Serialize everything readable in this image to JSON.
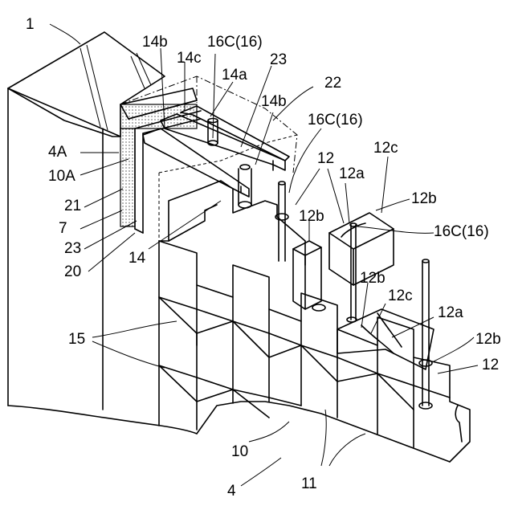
{
  "labels": {
    "l1": "1",
    "l14b_top": "14b",
    "l16c_top": "16C(16)",
    "l14c": "14c",
    "l23_top": "23",
    "l14a": "14a",
    "l22": "22",
    "l14b_mid": "14b",
    "l16c_mid": "16C(16)",
    "l12_top": "12",
    "l12c_top": "12c",
    "l4a": "4A",
    "l10a": "10A",
    "l12a_top": "12a",
    "l12b_top": "12b",
    "l21": "21",
    "l12b_left": "12b",
    "l16c_right": "16C(16)",
    "l7": "7",
    "l23_left": "23",
    "l20": "20",
    "l14": "14",
    "l12b_mid": "12b",
    "l12c_mid": "12c",
    "l12a_mid": "12a",
    "l15": "15",
    "l12b_low": "12b",
    "l12_low": "12",
    "l10": "10",
    "l11": "11",
    "l4": "4"
  }
}
